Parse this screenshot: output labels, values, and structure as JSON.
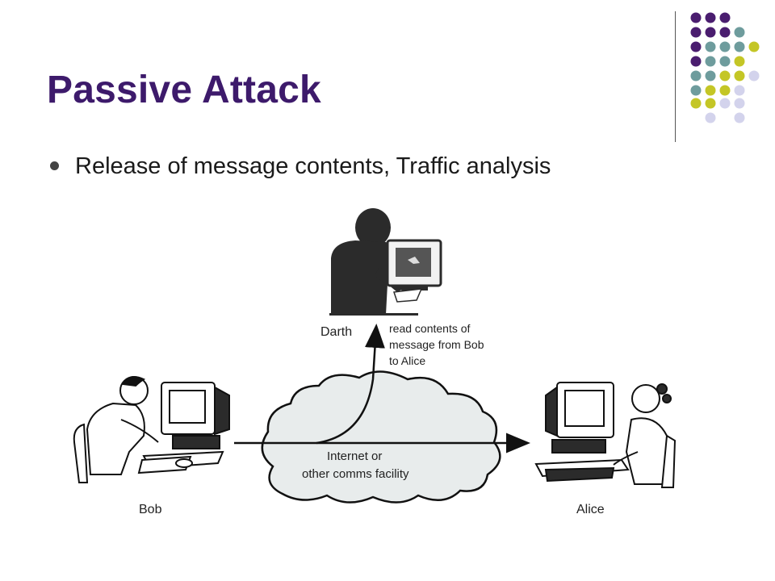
{
  "slide": {
    "title": "Passive Attack",
    "bullet": "Release of message contents, Traffic analysis"
  },
  "diagram": {
    "darth_label": "Darth",
    "read_note": [
      "read contents of",
      "message from Bob",
      "to Alice"
    ],
    "cloud_label": [
      "Internet or",
      "other comms facility"
    ],
    "bob_label": "Bob",
    "alice_label": "Alice"
  },
  "theme": {
    "title_color": "#3d1a6b",
    "dot_colors": {
      "purple": "#4a1d6f",
      "teal": "#6e9c9d",
      "lime": "#c4c626",
      "lavender": "#d3d3ec"
    }
  }
}
